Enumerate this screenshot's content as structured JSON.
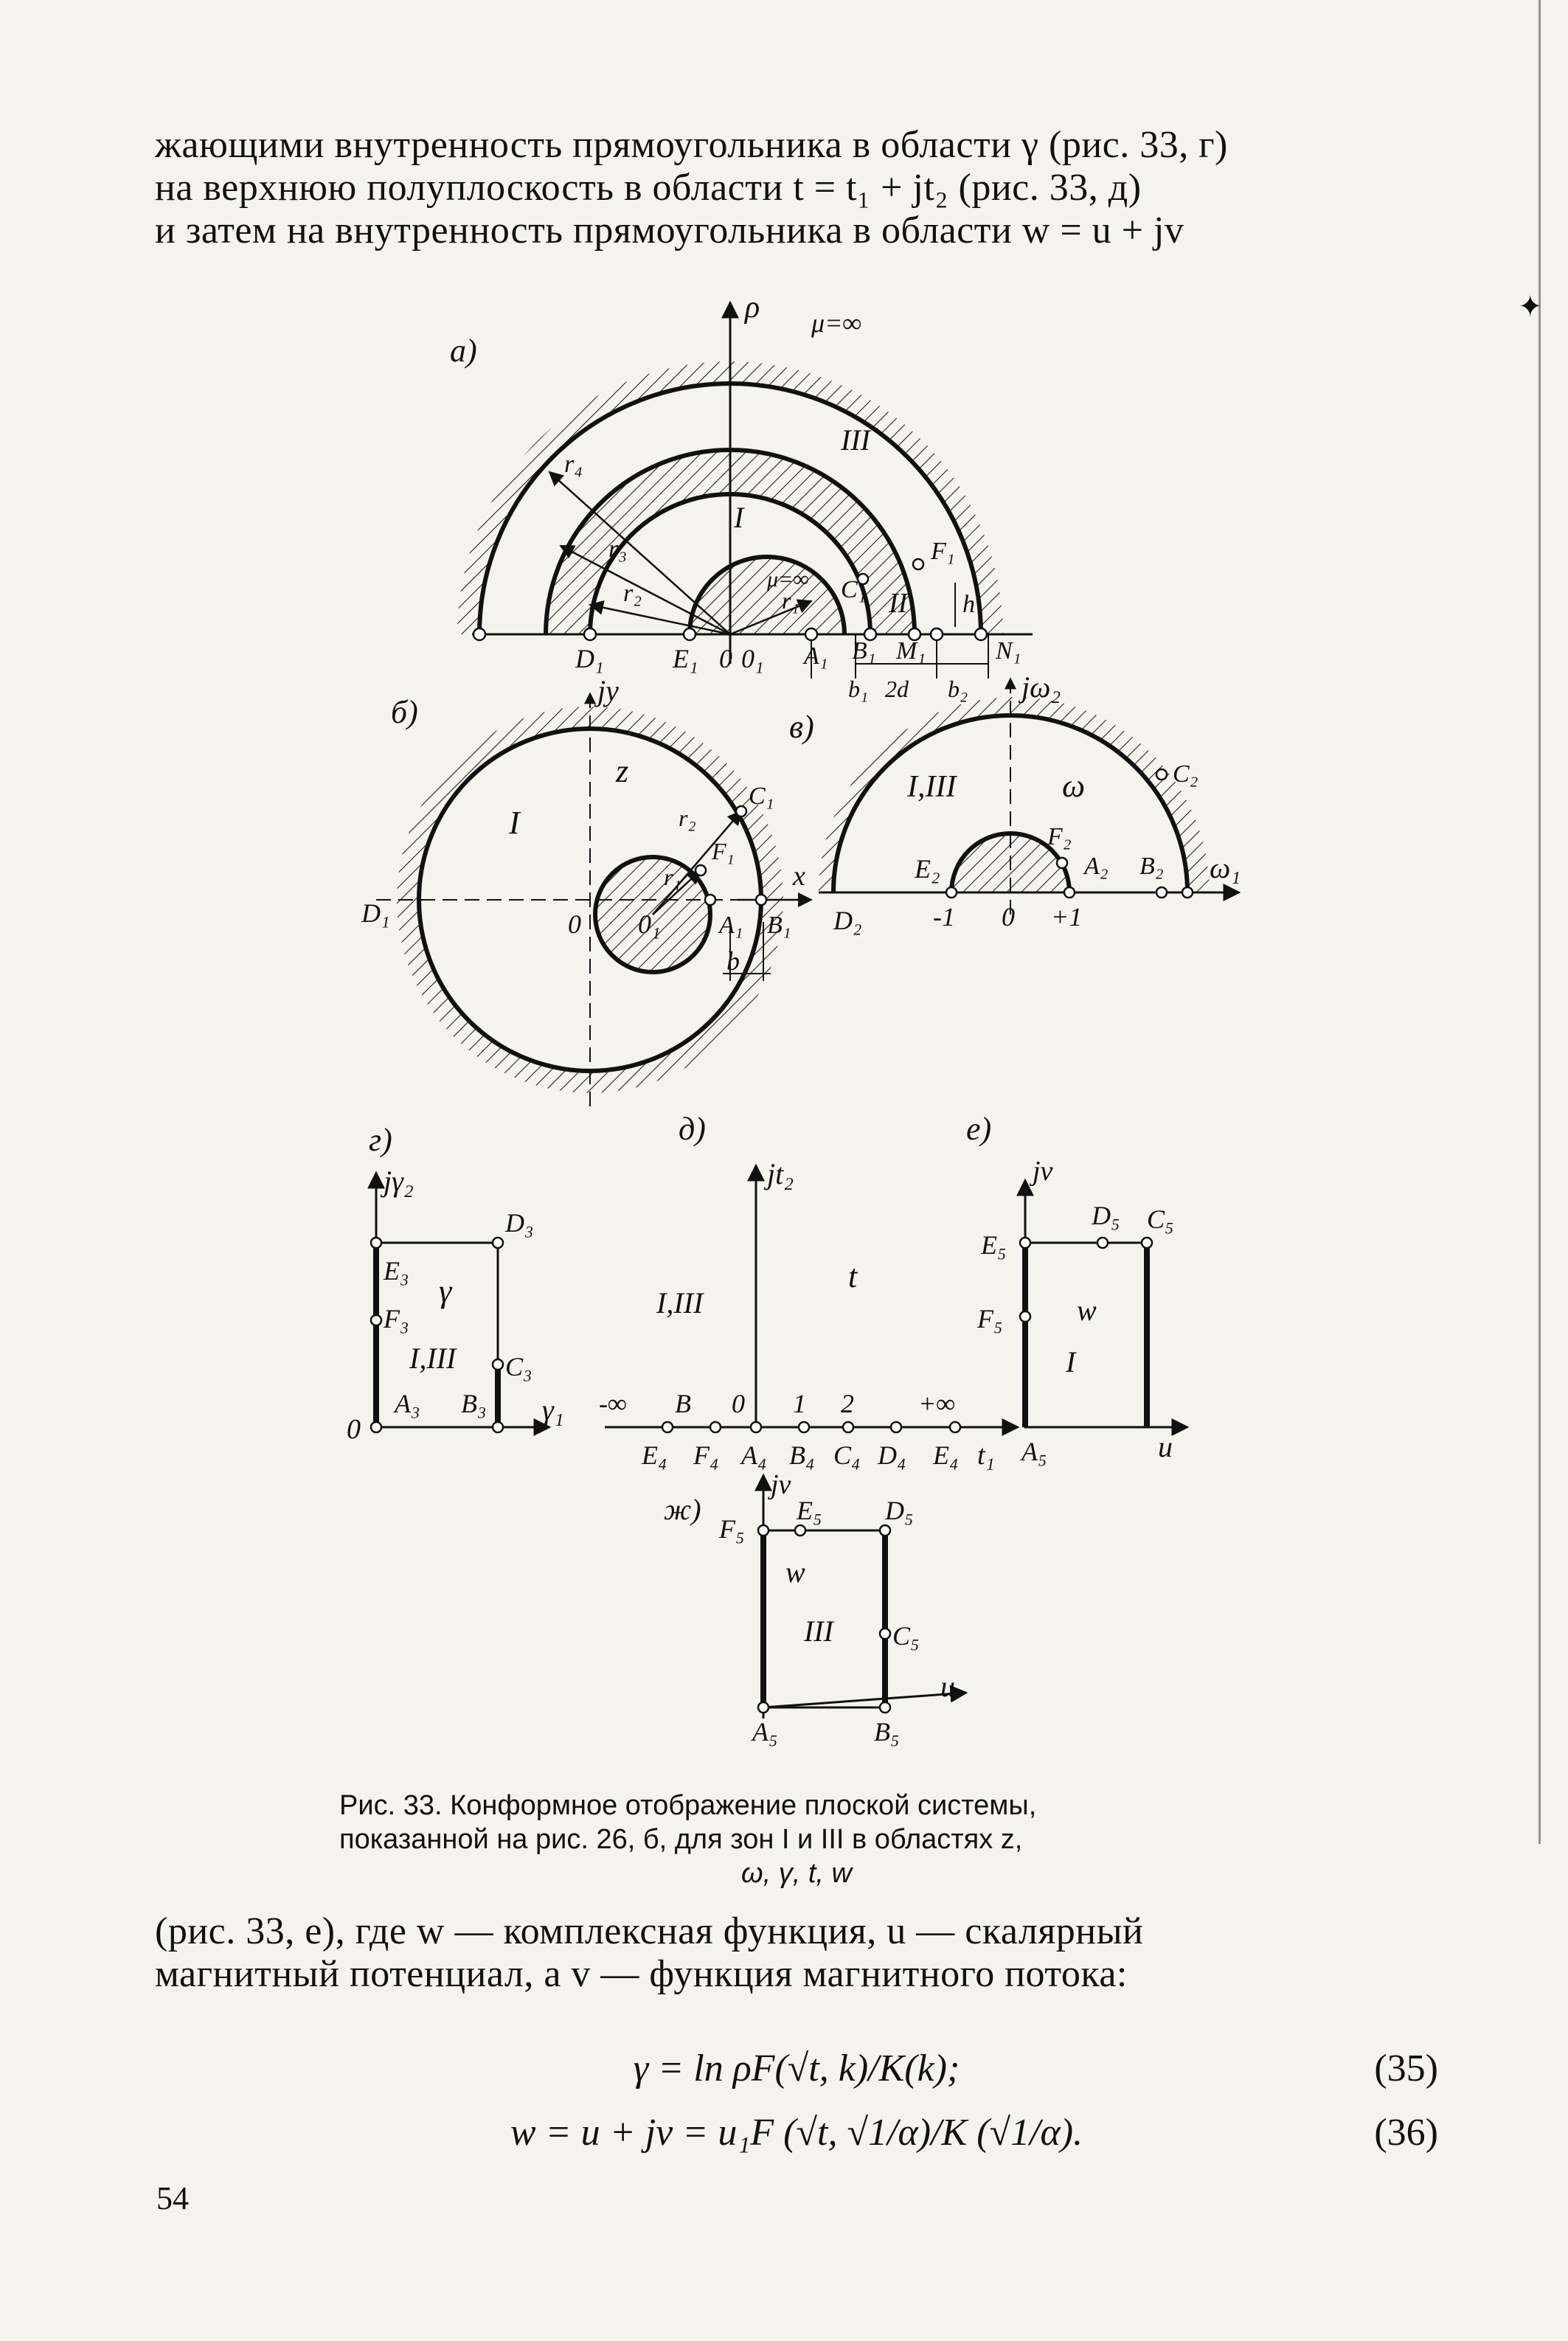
{
  "top_paragraph": [
    "жающими внутренность прямоугольника в области γ (рис. 33, г)",
    "на верхнюю полуплоскость в области t = t₁ + jt₂ (рис. 33, д)",
    "и затем на внутренность прямоугольника в области w = u + jv"
  ],
  "figure": {
    "panel_a": {
      "letter": "а)",
      "axis": "ρ",
      "mu": "μ=∞",
      "mu_inner": "μ=∞",
      "zones": [
        "I",
        "II",
        "III"
      ],
      "radii": [
        "r₁",
        "r₂",
        "r₃",
        "r₄"
      ],
      "points": [
        "D₁",
        "E₁",
        "0",
        "0₁",
        "A₁",
        "B₁",
        "M₁",
        "N₁",
        "C₁",
        "F₁"
      ],
      "dims": [
        "b₁",
        "2d",
        "b₂",
        "h"
      ]
    },
    "panel_b": {
      "letter": "б)",
      "axis_y": "jy",
      "axis_x": "x",
      "domain": "z",
      "zone": "I",
      "radii": [
        "r₂",
        "r₁"
      ],
      "points": [
        "D₁",
        "0",
        "0₁",
        "A₁",
        "B₁",
        "C₁",
        "F₁"
      ],
      "dim": "b"
    },
    "panel_v": {
      "letter": "в)",
      "axis_y": "jω₂",
      "axis_x": "ω₁",
      "domain": "ω",
      "zones": "I,III",
      "points": [
        "D₂",
        "E₂",
        "F₂",
        "A₂",
        "B₂",
        "C₂"
      ],
      "ticks": [
        "-1",
        "0",
        "+1"
      ]
    },
    "panel_g": {
      "letter": "г)",
      "axis_y": "jγ₂",
      "axis_x": "γ₁",
      "domain": "γ",
      "zones": "I,III",
      "origin": "0",
      "points": [
        "D₃",
        "E₃",
        "F₃",
        "C₃",
        "A₃",
        "B₃"
      ]
    },
    "panel_d": {
      "letter": "д)",
      "axis_y": "jt₂",
      "axis_x": "t₁",
      "domain": "t",
      "zones": "I,III",
      "top_labels": [
        "-∞",
        "B",
        "0",
        "1",
        "2",
        "+∞"
      ],
      "bottom_labels": [
        "E₄",
        "F₄",
        "A₄",
        "B₄",
        "C₄",
        "D₄",
        "E₄"
      ]
    },
    "panel_e": {
      "letter": "е)",
      "axis_y": "jv",
      "axis_x": "u",
      "domain": "w",
      "zone": "I",
      "points": [
        "E₅",
        "D₅",
        "C₅",
        "F₅",
        "A₅"
      ]
    },
    "panel_zh": {
      "letter": "ж)",
      "axis_y": "jv",
      "axis_x": "u",
      "domain": "w",
      "zone": "III",
      "points": [
        "F₅",
        "E₅",
        "D₅",
        "C₅",
        "A₅",
        "B₅"
      ]
    }
  },
  "caption": {
    "line1": "Рис. 33. Конформное отображение плоской системы,",
    "line2": "показанной на рис. 26, б, для зон I и III в областях z,",
    "line3": "ω, γ, t, w"
  },
  "bottom_paragraph": [
    "(рис. 33, е), где w — комплексная функция, u — скалярный",
    "магнитный потенциал, а v — функция магнитного потока:"
  ],
  "equations": [
    {
      "formula": "γ = ln ρF(√t, k)/K(k);",
      "number": "(35)"
    },
    {
      "formula": "w = u + jv = u₁F (√t, √1/α)/K (√1/α).",
      "number": "(36)"
    }
  ],
  "page_number": "54"
}
